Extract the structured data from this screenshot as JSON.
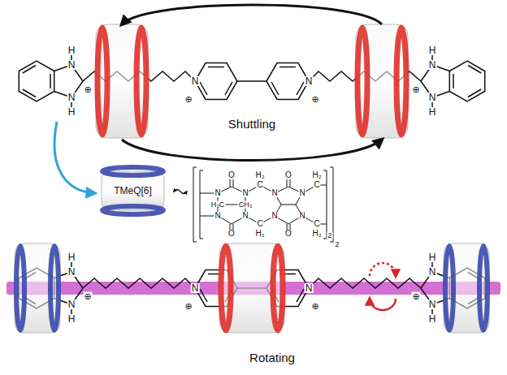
{
  "diagram": {
    "nodes": [
      {
        "text": [
          "TMeQ[6]"
        ]
      }
    ],
    "labels": [
      "H",
      "N",
      "⊕",
      "N",
      "H",
      "N",
      "⊕",
      "N",
      "⊕",
      "H",
      "N",
      "⊕",
      "N",
      "H",
      "Shuttling",
      "O",
      "N",
      "N",
      "H₂",
      "C",
      "O",
      "N",
      "N",
      "H₂",
      "C",
      "H₃C",
      "CH₃",
      "N",
      "N",
      "C",
      "H₂",
      "N",
      "N",
      "C",
      "H₂",
      "O",
      "O",
      "2",
      "2",
      "H",
      "N",
      "⊕",
      "N",
      "H",
      "N",
      "⊕",
      "N",
      "⊕",
      "H",
      "N",
      "⊕",
      "N",
      "H",
      "Rotating"
    ]
  }
}
